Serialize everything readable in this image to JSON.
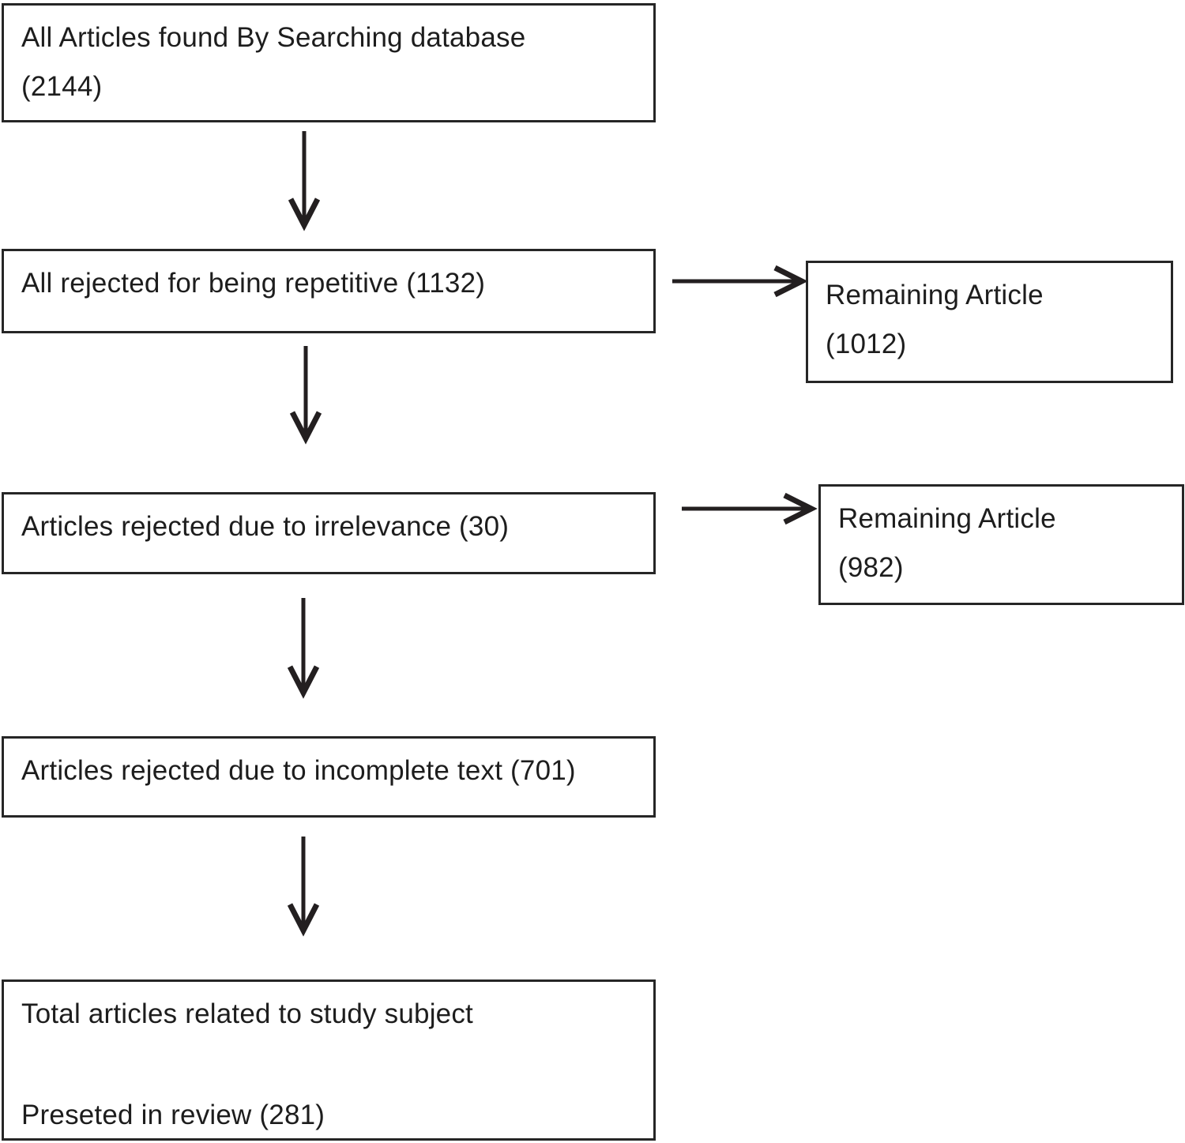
{
  "flowchart": {
    "colors": {
      "background": "#ffffff",
      "border": "#262626",
      "text": "#1d1d1d",
      "arrow": "#231f20"
    },
    "main_boxes": [
      {
        "id": "articles-found",
        "lines": [
          "All Articles found By Searching database",
          "(2144)"
        ]
      },
      {
        "id": "rejected-repetitive",
        "lines": [
          "All rejected for being repetitive (1132)"
        ]
      },
      {
        "id": "rejected-irrelevance",
        "lines": [
          "Articles rejected due to irrelevance (30)"
        ]
      },
      {
        "id": "rejected-incomplete",
        "lines": [
          "Articles rejected due to incomplete text (701)"
        ]
      },
      {
        "id": "total-in-review",
        "lines": [
          "Total articles related to study subject",
          "Preseted in review (281)"
        ]
      }
    ],
    "side_boxes": [
      {
        "id": "remaining-1012",
        "lines": [
          "Remaining Article",
          "(1012)"
        ]
      },
      {
        "id": "remaining-982",
        "lines": [
          "Remaining Article",
          "(982)"
        ]
      }
    ]
  }
}
